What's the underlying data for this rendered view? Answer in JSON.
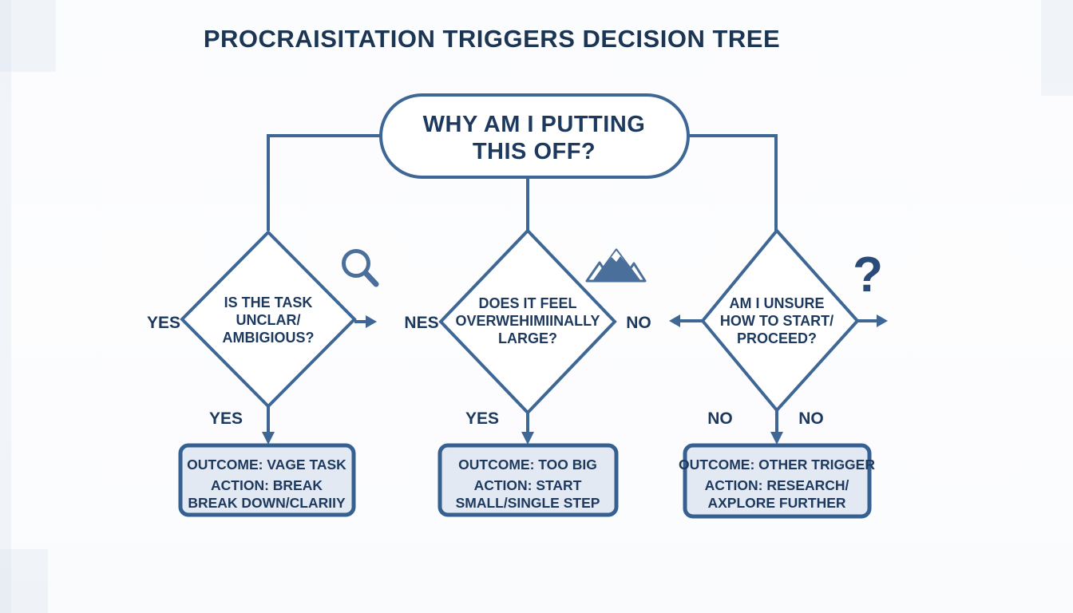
{
  "title": "PROCRAISITATION TRIGGERS DECISION TREE",
  "root_question": {
    "line1": "WHY AM I PUTTING",
    "line2": "THIS OFF?"
  },
  "branches": [
    {
      "question_lines": [
        "IS THE TASK",
        "UNCLAR/",
        "AMBIGIOUS?"
      ],
      "icon": "magnifier-icon",
      "left_label": "YES",
      "bottom_label": "YES",
      "outcome": "OUTCOME: VAGE TASK",
      "action_line1": "ACTION: BREAK",
      "action_line2": "BREAK DOWN/CLARIIY"
    },
    {
      "question_lines": [
        "DOES IT FEEL",
        "OVERWEHIMIINALLY",
        "LARGE?"
      ],
      "icon": "mountain-icon",
      "left_label": "NES",
      "right_label": "NO",
      "bottom_label": "YES",
      "outcome": "OUTCOME: TOO BIG",
      "action_line1": "ACTION: START",
      "action_line2": "SMALL/SINGLE STEP"
    },
    {
      "question_lines": [
        "AM I UNSURE",
        "HOW TO START/",
        "PROCEED?"
      ],
      "icon": "question-mark-icon",
      "question_glyph": "?",
      "bottom_label_left": "NO",
      "bottom_label_right": "NO",
      "outcome": "OUTCOME: OTHER TRIGGER",
      "action_line1": "ACTION: RESEARCH/",
      "action_line2": "AXPLORE FURTHER"
    }
  ],
  "colors": {
    "line": "#3e6795",
    "text": "#1d3a5e",
    "title": "#1c3553",
    "box_fill": "#e3e9f3",
    "box_border": "#35608f",
    "icon": "#4a6f9b",
    "background": "#fdfdfe"
  }
}
